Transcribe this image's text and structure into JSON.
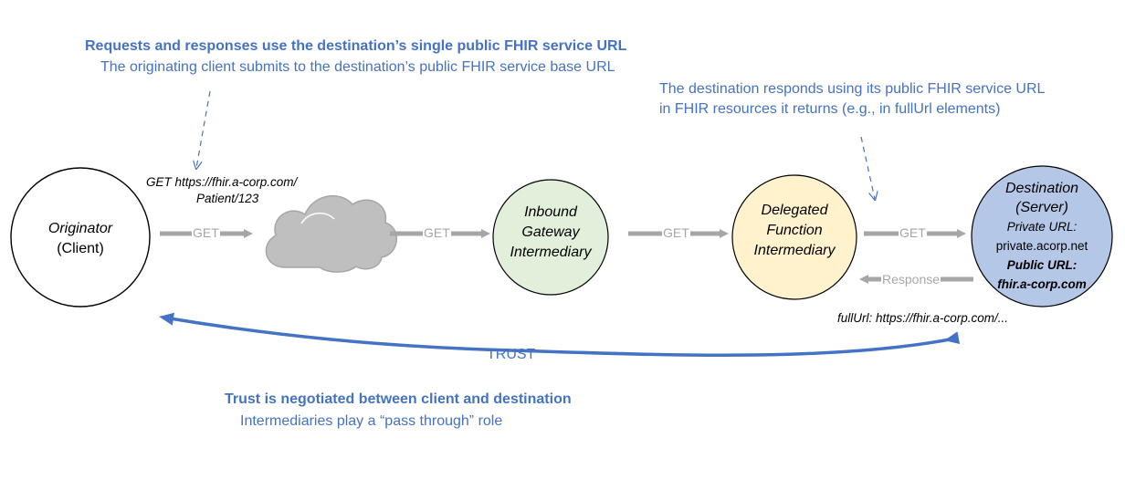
{
  "top_note": {
    "heading": "Requests and responses use the destination’s single public FHIR service URL",
    "subtext": "The originating client submits to the destination’s public FHIR service base URL"
  },
  "right_note": {
    "line1": "The destination responds using its public FHIR service URL",
    "line2": "in FHIR resources it returns (e.g., in fullUrl elements)"
  },
  "request_example": {
    "line1": "GET https://fhir.a-corp.com/",
    "line2": "Patient/123"
  },
  "nodes": {
    "originator": {
      "line1": "Originator",
      "line2": "(Client)"
    },
    "inbound": {
      "line1": "Inbound",
      "line2": "Gateway",
      "line3": "Intermediary"
    },
    "delegated": {
      "line1": "Delegated",
      "line2": "Function",
      "line3": "Intermediary"
    },
    "destination": {
      "line1": "Destination",
      "line2": "(Server)",
      "private_label": "Private URL:",
      "private_value": "private.acorp.net",
      "public_label": "Public URL:",
      "public_value": "fhir.a-corp.com"
    }
  },
  "arrows": {
    "get": "GET",
    "response": "Response"
  },
  "full_url": "fullUrl: https://fhir.a-corp.com/...",
  "trust_label": "TRUST",
  "bottom_note": {
    "heading": "Trust is negotiated between client and destination",
    "subtext": "Intermediaries play a “pass through” role"
  },
  "colors": {
    "accent_blue": "#4472c4",
    "arrow_gray": "#a6a6a6",
    "inbound_fill": "#e2efda",
    "delegated_fill": "#fff2cc",
    "destination_fill": "#b4c7e7",
    "cloud_fill": "#bfbfbf"
  }
}
